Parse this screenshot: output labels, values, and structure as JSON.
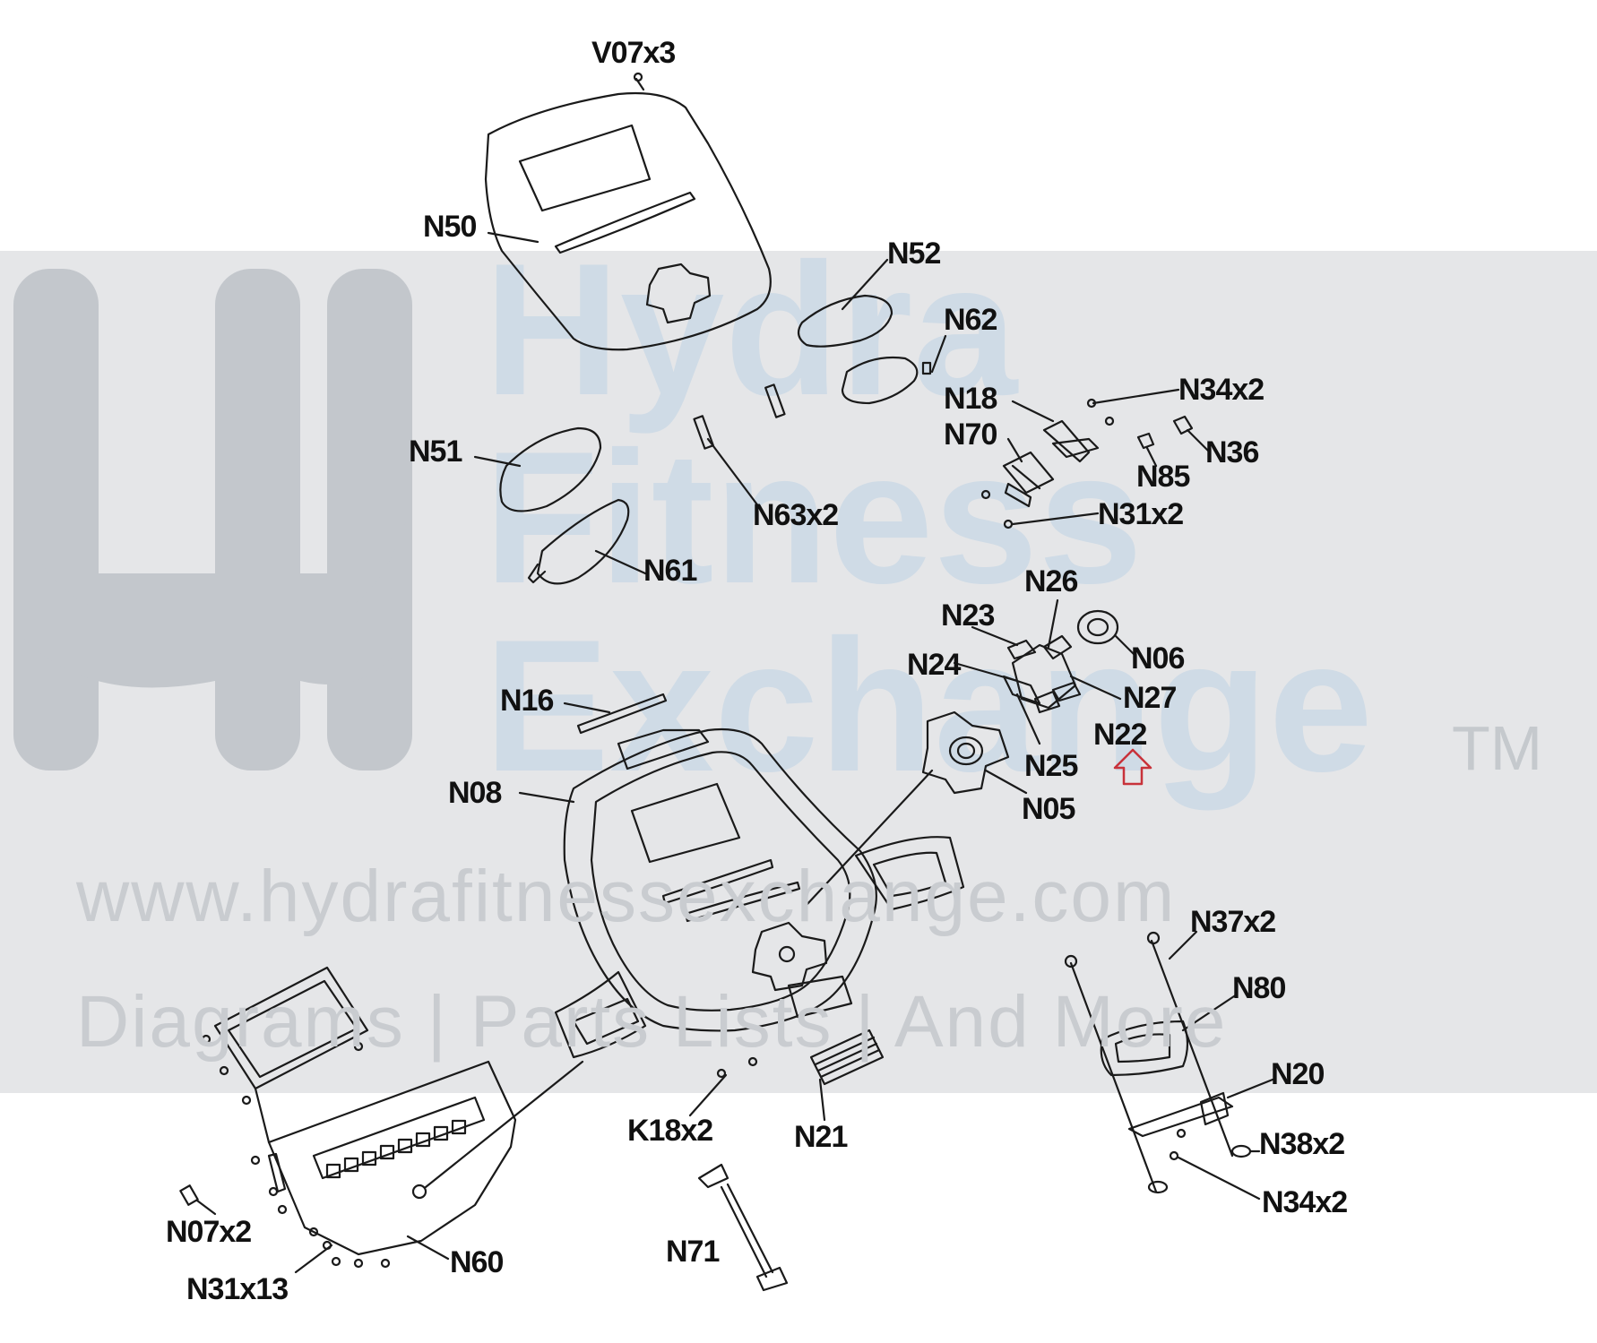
{
  "watermark": {
    "line1": "Hydra",
    "line2": "Fitness",
    "line3": "Exchange",
    "trademark": "TM",
    "url": "www.hydrafitnessexchange.com",
    "tagline": "Diagrams | Parts Lists | And More",
    "band_color": "#e5e6e8",
    "logo_color": "#c3c7cc",
    "text_blue": "#cfdbe6"
  },
  "labels": {
    "V07x3": "V07x3",
    "N50": "N50",
    "N52": "N52",
    "N62": "N62",
    "N18": "N18",
    "N34x2_top": "N34x2",
    "N70": "N70",
    "N36": "N36",
    "N85": "N85",
    "N51": "N51",
    "N63x2": "N63x2",
    "N31x2": "N31x2",
    "N61": "N61",
    "N26": "N26",
    "N23": "N23",
    "N06": "N06",
    "N24": "N24",
    "N27": "N27",
    "N16": "N16",
    "N22": "N22",
    "N25": "N25",
    "N08": "N08",
    "N05": "N05",
    "N37x2": "N37x2",
    "N80": "N80",
    "N20": "N20",
    "K18x2": "K18x2",
    "N21": "N21",
    "N38x2": "N38x2",
    "N34x2_bottom": "N34x2",
    "N07x2": "N07x2",
    "N60": "N60",
    "N71": "N71",
    "N31x13": "N31x13"
  },
  "colors": {
    "line": "#1a1a1a",
    "highlight_arrow": "#c8323a"
  }
}
